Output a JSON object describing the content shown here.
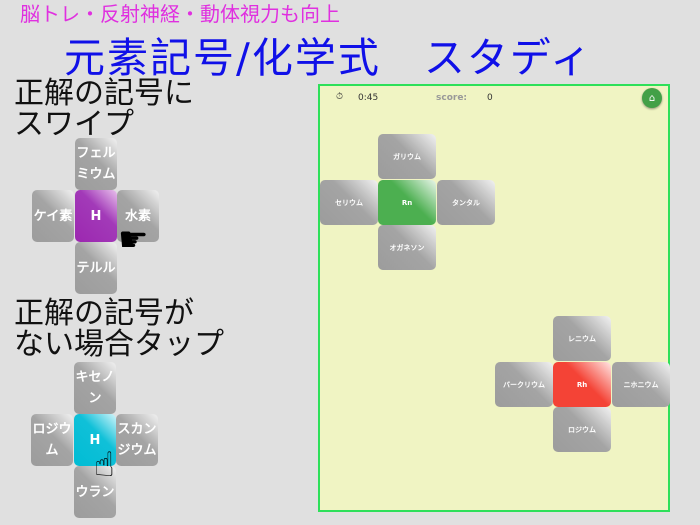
{
  "header": {
    "tagline": "脳トレ・反射神経・動体視力も向上",
    "title": "元素記号/化学式　スタディ"
  },
  "instructions": {
    "swipe": {
      "line1": "正解の記号に",
      "line2": "スワイプ",
      "tiles": {
        "top": "フェルミウム",
        "left": "ケイ素",
        "center": "H",
        "right": "水素",
        "bottom": "テルル"
      },
      "center_color": "#9c27b0"
    },
    "tap": {
      "line1": "正解の記号が",
      "line2": "ない場合タップ",
      "tiles": {
        "top": "キセノン",
        "left": "ロジウム",
        "center": "H",
        "right": "スカンジウム",
        "bottom": "ウラン"
      },
      "center_color": "#00bcd4"
    }
  },
  "game": {
    "timer_icon": "stopwatch-icon",
    "time": "0:45",
    "score_label": "score:",
    "score": "0",
    "home_icon": "home-icon",
    "cross1": {
      "top": "ガリウム",
      "left": "セリウム",
      "center": "Rn",
      "right": "タンタル",
      "bottom": "オガネソン",
      "center_color": "#4caf50"
    },
    "cross2": {
      "top": "レニウム",
      "left": "バークリウム",
      "center": "Rh",
      "right": "ニホニウム",
      "bottom": "ロジウム",
      "center_color": "#f44336"
    },
    "border_color": "#2ee05a",
    "background": "#f0f4c3"
  }
}
